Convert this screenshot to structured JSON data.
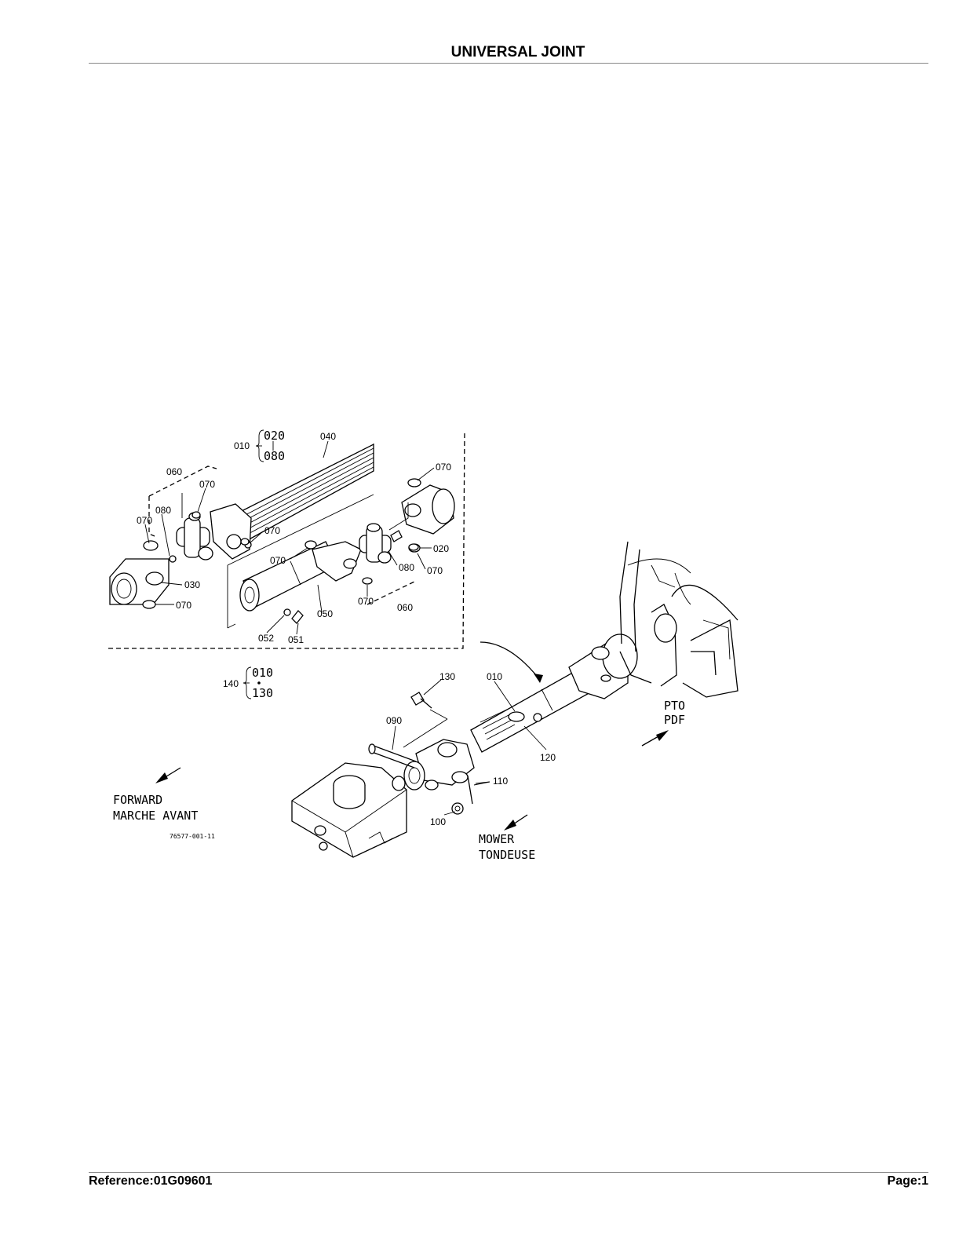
{
  "header": {
    "title": "UNIVERSAL JOINT"
  },
  "footer": {
    "reference": "Reference:01G09601",
    "page": "Page:1"
  },
  "diagram": {
    "callouts": {
      "c010a": "010",
      "c020a": "020",
      "c080a": "080",
      "c040": "040",
      "c060a": "060",
      "c070a": "070",
      "c070b": "070",
      "c080b": "080",
      "c070c": "070",
      "c030": "030",
      "c070d": "070",
      "c070e": "070",
      "c070f": "070",
      "c020b": "020",
      "c070g": "070",
      "c080c": "080",
      "c070h": "070",
      "c060b": "060",
      "c050": "050",
      "c052": "052",
      "c051": "051",
      "c140": "140",
      "c010b": "010",
      "c130a": "130",
      "c130b": "130",
      "c010c": "010",
      "c090": "090",
      "c120": "120",
      "c110": "110",
      "c100": "100"
    },
    "labels": {
      "forward": "FORWARD",
      "marche_avant": "MARCHE AVANT",
      "drawing_number": "76577-001-11",
      "pto": "PTO",
      "pdf": "PDF",
      "mower": "MOWER",
      "tondeuse": "TONDEUSE"
    }
  }
}
